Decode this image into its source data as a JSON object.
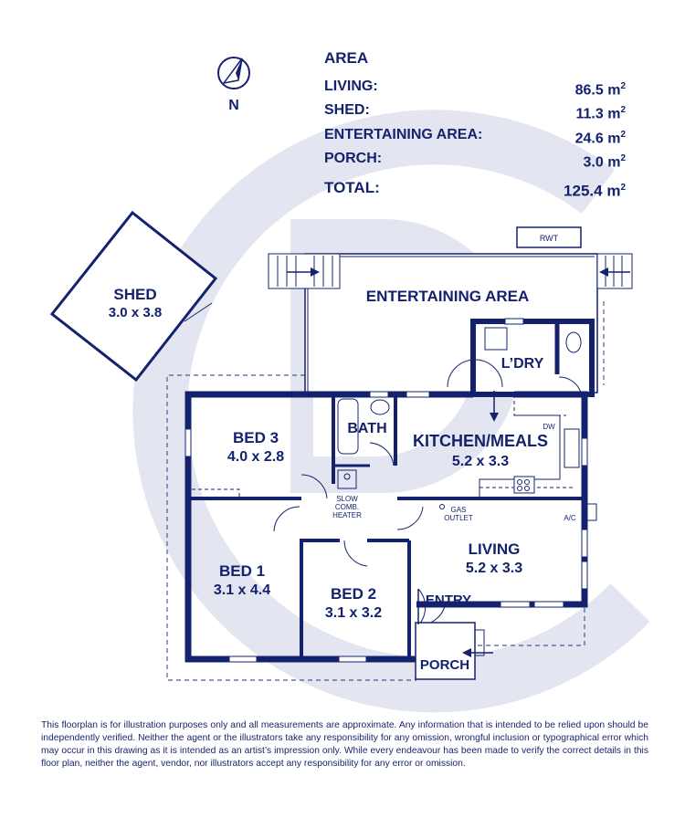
{
  "compass": {
    "label": "N",
    "icon": "north-arrow-icon"
  },
  "area_summary": {
    "title": "AREA",
    "rows": [
      {
        "label": "LIVING:",
        "value": "86.5",
        "unit": "m",
        "exp": "2"
      },
      {
        "label": "SHED:",
        "value": "11.3",
        "unit": "m",
        "exp": "2"
      },
      {
        "label": "ENTERTAINING AREA:",
        "value": "24.6",
        "unit": "m",
        "exp": "2"
      },
      {
        "label": "PORCH:",
        "value": "3.0",
        "unit": "m",
        "exp": "2"
      }
    ],
    "total": {
      "label": "TOTAL:",
      "value": "125.4",
      "unit": "m",
      "exp": "2"
    }
  },
  "rooms": {
    "shed": {
      "name": "SHED",
      "dims": "3.0 x 3.8"
    },
    "entertaining": {
      "name": "ENTERTAINING AREA"
    },
    "laundry": {
      "name": "L’DRY"
    },
    "bath": {
      "name": "BATH"
    },
    "kitchen": {
      "name": "KITCHEN/MEALS",
      "dims": "5.2 x 3.3"
    },
    "bed3": {
      "name": "BED 3",
      "dims": "4.0 x 2.8"
    },
    "bed1": {
      "name": "BED 1",
      "dims": "3.1 x 4.4"
    },
    "bed2": {
      "name": "BED 2",
      "dims": "3.1 x 3.2"
    },
    "living": {
      "name": "LIVING",
      "dims": "5.2 x 3.3"
    },
    "entry": {
      "name": "ENTRY"
    },
    "porch": {
      "name": "PORCH"
    }
  },
  "fixtures": {
    "rwt": "RWT",
    "dw": "DW",
    "heater": [
      "SLOW",
      "COMB.",
      "HEATER"
    ],
    "gas": [
      "GAS",
      "OUTLET"
    ],
    "ac": "A/C"
  },
  "colors": {
    "ink": "#14226e",
    "watermark": "#e3e6f0",
    "background": "#ffffff"
  },
  "disclaimer": "This floorplan is for illustration purposes only and all measurements are approximate. Any information that is intended to be relied upon should be independently verified. Neither the agent or the illustrators take any responsibility for any omission, wrongful inclusion or typographical error which may occur in this drawing as it is intended as an artist’s impression only. While every endeavour has been made to verify the correct details in this floor plan, neither the agent, vendor, nor illustrators accept any responsibility for any error or omission."
}
